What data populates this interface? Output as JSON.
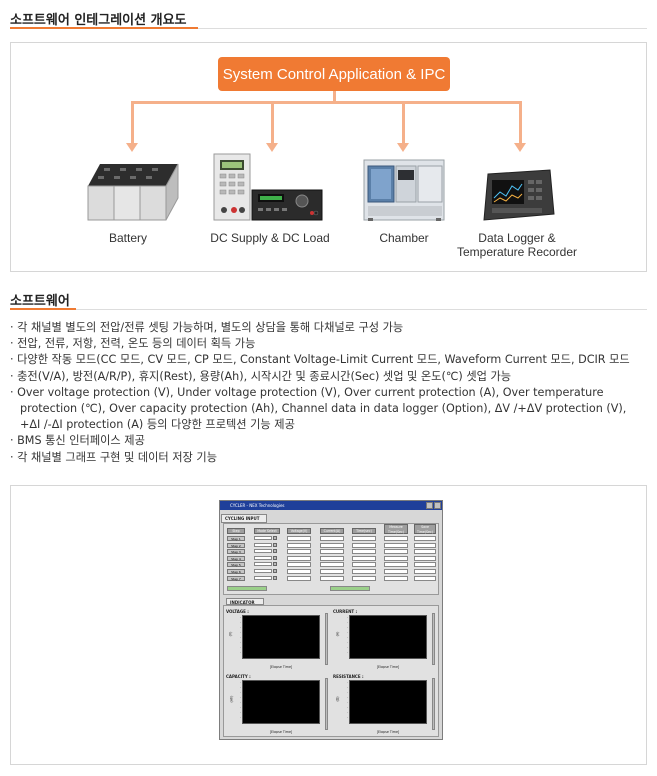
{
  "section1": {
    "title": "소프트웨어 인테그레이션 개요도"
  },
  "diagram": {
    "system_box": "System Control Application & IPC",
    "devices": [
      {
        "label": "Battery"
      },
      {
        "label": "DC Supply & DC Load"
      },
      {
        "label": "Chamber"
      },
      {
        "label": "Data Logger &\nTemperature Recorder"
      }
    ],
    "colors": {
      "accent": "#f07a33",
      "connector": "#f5b08a"
    }
  },
  "section2": {
    "title": "소프트웨어",
    "bullets": [
      "각 채널별 별도의 전압/전류 셋팅 가능하며, 별도의 상담을 통해 다채널로 구성 가능",
      "전압, 전류, 저항, 전력, 온도 등의 데이터 획득 가능",
      "다양한 작동 모드(CC 모드, CV 모드, CP 모드, Constant Voltage-Limit Current 모드, Waveform Current 모드, DCIR 모드",
      "충전(V/A), 방전(A/R/P), 휴지(Rest), 용량(Ah), 시작시간 및 종료시간(Sec) 셋업 및 온도(℃) 셋업 가능",
      "Over voltage protection (V), Under voltage protection (V), Over current protection (A), Over temperature protection (℃), Over capacity protection (Ah), Channel data in data logger (Option), ΔV /+ΔV protection (V), +ΔI /-ΔI protection (A) 등의 다양한 프로텍션 기능 제공",
      "BMS 통신 인터페이스 제공",
      "각 채널별 그래프 구현 및 데이터 저장 기능"
    ]
  },
  "software_window": {
    "titlebar": "CYCLER - NEX Technologies",
    "tab_cycling": "CYCLING INPUT",
    "tab_indicator": "INDICATOR",
    "columns": [
      "Step",
      "Mode Select",
      "Voltage(V)",
      "Current(A)",
      "Time(sec)",
      "Measure Time(Sec)",
      "Save Time(Sec)"
    ],
    "steps": [
      "Step 1",
      "Step 2",
      "Step 3",
      "Step 4",
      "Step 5",
      "Step 6",
      "Step 7"
    ],
    "plots": [
      {
        "label": "VOLTAGE :",
        "ylabel": "(V)",
        "xlabel": "[Elapse Time]"
      },
      {
        "label": "CURRENT :",
        "ylabel": "(A)",
        "xlabel": "[Elapse Time]"
      },
      {
        "label": "CAPACITY :",
        "ylabel": "(Ah)",
        "xlabel": "[Elapse Time]"
      },
      {
        "label": "RESISTANCE :",
        "ylabel": "(Ω)",
        "xlabel": "[Elapse Time]"
      }
    ]
  }
}
